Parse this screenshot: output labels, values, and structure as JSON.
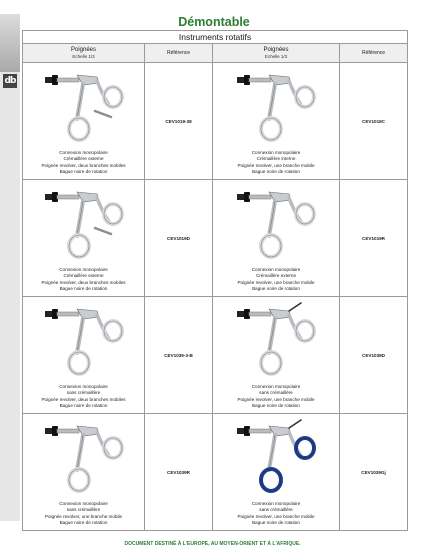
{
  "page": {
    "title": "Démontable",
    "subtitle": "Instruments rotatifs",
    "footer": "DOCUMENT DESTINÉ À L'EUROPE, AU MOYEN-ORIENT ET À L'AFRIQUE."
  },
  "table": {
    "headers": {
      "handles": "Poignées",
      "scale": "Echelle 1/3",
      "reference": "Référence"
    },
    "rows": [
      {
        "left": {
          "lines": [
            "Connexion monopolaire",
            "Crémaillère externe",
            "Poignée revolver, deux branches mobiles",
            "Bague noire de rotation"
          ],
          "ref": "CEV1019-38"
        },
        "right": {
          "lines": [
            "Connexion monopolaire",
            "Crémaillère interne",
            "Poignée revolver, une branche mobile",
            "Bague noire de rotation"
          ],
          "ref": "CEV1019C"
        }
      },
      {
        "left": {
          "lines": [
            "Connexion monopolaire",
            "Crémaillère externe",
            "Poignée revolver, deux branches mobiles",
            "Bague noire de rotation"
          ],
          "ref": "CEV1019D"
        },
        "right": {
          "lines": [
            "Connexion monopolaire",
            "Crémaillère externe",
            "Poignée revolver, une branche mobile",
            "Bague noire de rotation"
          ],
          "ref": "CEV1019R"
        }
      },
      {
        "left": {
          "lines": [
            "Connexion monopolaire",
            "sans crémaillère",
            "Poignée revolver, deux branches mobiles",
            "Bague noire de rotation"
          ],
          "ref": "CEV1039-3-B"
        },
        "right": {
          "lines": [
            "Connexion monopolaire",
            "sans crémaillère",
            "Poignée revolver, une branche mobile",
            "Bague noire de rotation"
          ],
          "ref": "CEV1039D"
        }
      },
      {
        "left": {
          "lines": [
            "Connexion monopolaire",
            "sans crémaillère",
            "Poignée revolver, une branche mobile",
            "Bague noire de rotation"
          ],
          "ref": "CEV1039R"
        },
        "right": {
          "lines": [
            "Connexion monopolaire",
            "sans crémaillère",
            "Poignée revolver, une branche mobile",
            "Bague noire de rotation"
          ],
          "ref": "CEV1039Gj"
        }
      }
    ]
  },
  "icons": {
    "side_logo": "db-logo-icon",
    "instrument": "surgical-handle-icon"
  },
  "colors": {
    "accent_green": "#2e7d32",
    "header_gray": "#efefef",
    "blue_handle": "#1f3f8a",
    "steel": "#b8bcc0"
  }
}
